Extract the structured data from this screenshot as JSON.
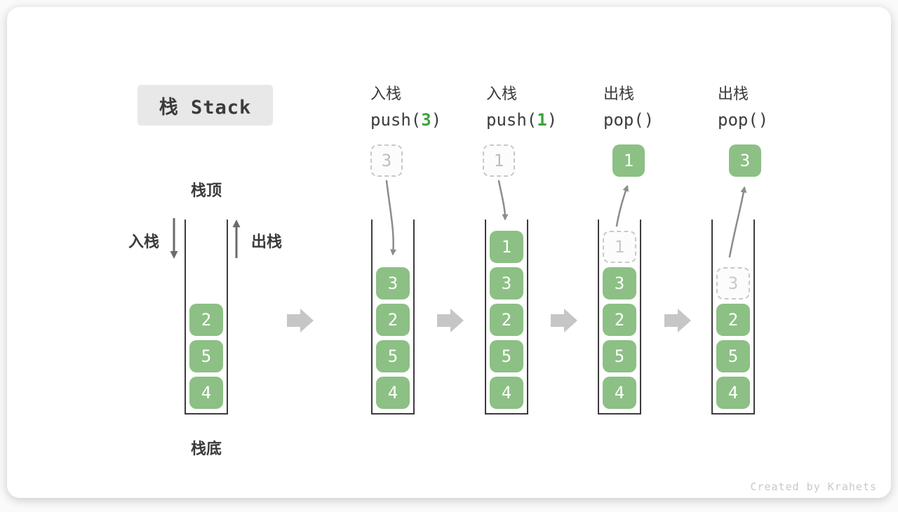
{
  "title": "栈 Stack",
  "legend": {
    "top_label": "栈顶",
    "bottom_label": "栈底",
    "push_side_label": "入栈",
    "pop_side_label": "出栈"
  },
  "initial_stack": {
    "cells": [
      "2",
      "5",
      "4"
    ]
  },
  "steps": [
    {
      "label": "入栈",
      "code": {
        "pre": "push(",
        "arg": "3",
        "post": ")"
      },
      "floating": {
        "style": "dashed",
        "value": "3"
      },
      "cells": [
        "3",
        "2",
        "5",
        "4"
      ]
    },
    {
      "label": "入栈",
      "code": {
        "pre": "push(",
        "arg": "1",
        "post": ")"
      },
      "floating": {
        "style": "dashed",
        "value": "1"
      },
      "cells": [
        "1",
        "3",
        "2",
        "5",
        "4"
      ]
    },
    {
      "label": "出栈",
      "code": {
        "pre": "pop(",
        "arg": "",
        "post": ")"
      },
      "floating": {
        "style": "solid",
        "value": "1"
      },
      "ghost_value": "1",
      "cells": [
        "3",
        "2",
        "5",
        "4"
      ]
    },
    {
      "label": "出栈",
      "code": {
        "pre": "pop(",
        "arg": "",
        "post": ")"
      },
      "floating": {
        "style": "solid",
        "value": "3"
      },
      "ghost_value": "3",
      "cells": [
        "2",
        "5",
        "4"
      ]
    }
  ],
  "footer": "Created by Krahets",
  "colors": {
    "green": "#8cc084",
    "green_accent": "#3fa23f",
    "dark_text": "#3b3b3b",
    "container_wall": "#3c3c3c",
    "flow_arrow": "#8c8c8c",
    "side_arrow": "#6b6b6b",
    "block_arrow": "#c6c6c6",
    "dashed_gray": "#c9c9c9",
    "badge_bg": "#e8e8e8",
    "footer_text": "#c9c9c9"
  }
}
